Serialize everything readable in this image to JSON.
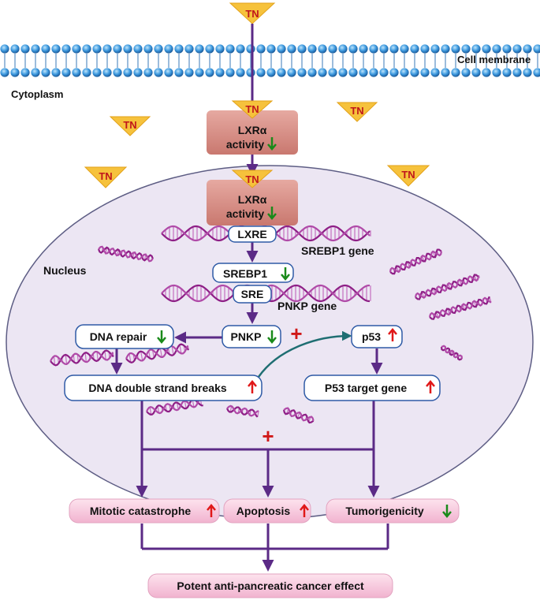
{
  "drug_label": "TN",
  "membrane": {
    "label": "Cell membrane",
    "cytoplasm_label": "Cytoplasm"
  },
  "nucleus": {
    "label": "Nucleus"
  },
  "lxr": {
    "line1": "LXRα",
    "line2": "activity"
  },
  "lxre": "LXRE",
  "srebp1_gene": "SREBP1 gene",
  "srebp1": "SREBP1",
  "sre": "SRE",
  "pnkp_gene": "PNKP gene",
  "pnkp": "PNKP",
  "dna_repair": "DNA repair",
  "p53": "p53",
  "dsb": "DNA double strand breaks",
  "p53_target": "P53 target gene",
  "plus": "+",
  "outcomes": {
    "mitotic": "Mitotic catastrophe",
    "apoptosis": "Apoptosis",
    "tumorigenicity": "Tumorigenicity"
  },
  "final": "Potent anti-pancreatic cancer effect",
  "colors": {
    "arrow": "#5b2a86",
    "teal_arrow": "#1f6e72",
    "box_border": "#2e5aa6",
    "nucleus_fill": "#ece6f3",
    "lxr_fill": "#d9928b",
    "outcome_fill": "#f5c6dc",
    "dna": "#a0288f",
    "up_arrow": "#e01818",
    "down_arrow": "#1a8a1a"
  }
}
